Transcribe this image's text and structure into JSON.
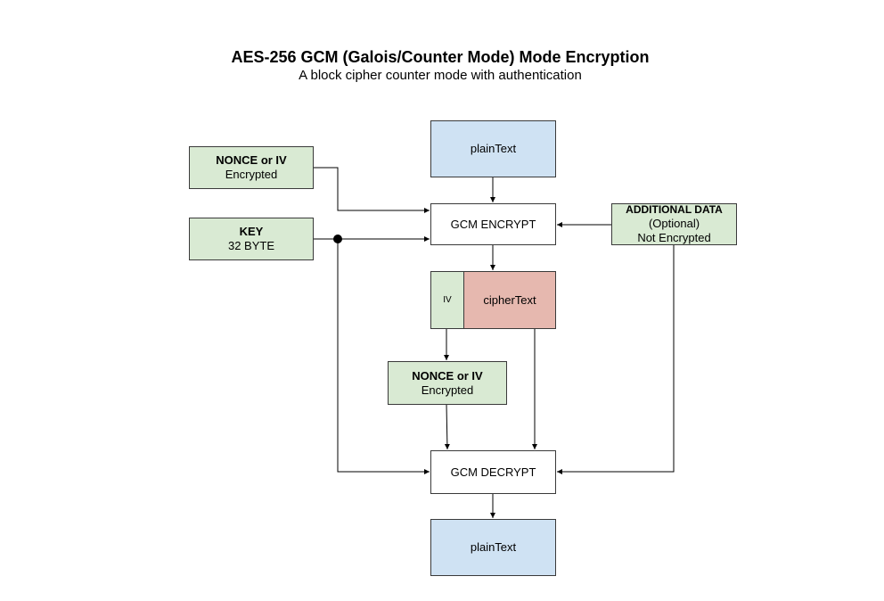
{
  "header": {
    "title": "AES-256 GCM (Galois/Counter Mode) Mode Encryption",
    "subtitle": "A block cipher counter mode with authentication"
  },
  "nodes": {
    "plaintext_top": {
      "label": "plainText"
    },
    "nonce_top": {
      "title": "NONCE or IV",
      "sub": "Encrypted"
    },
    "gcm_encrypt": {
      "label": "GCM ENCRYPT"
    },
    "additional_data": {
      "title": "ADDITIONAL DATA",
      "line2": "(Optional)",
      "line3": "Not Encrypted"
    },
    "key": {
      "title": "KEY",
      "sub": "32 BYTE"
    },
    "iv_segment": {
      "label": "IV"
    },
    "ciphertext": {
      "label": "cipherText"
    },
    "nonce_bottom": {
      "title": "NONCE or IV",
      "sub": "Encrypted"
    },
    "gcm_decrypt": {
      "label": "GCM DECRYPT"
    },
    "plaintext_bottom": {
      "label": "plainText"
    }
  },
  "colors": {
    "plaintext_fill": "#cfe2f3",
    "nonce_key_fill": "#d9ead3",
    "ciphertext_fill": "#e6b8af",
    "line": "#000000"
  }
}
